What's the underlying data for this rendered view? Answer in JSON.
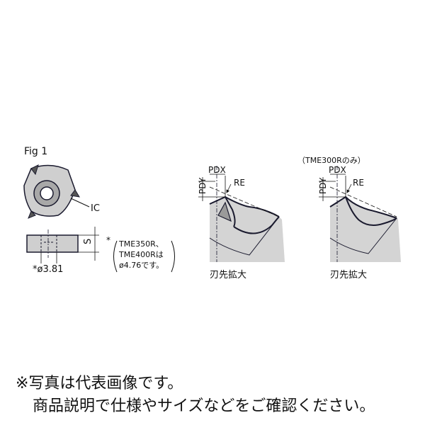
{
  "figure": {
    "fig_label": "Fig 1",
    "ic_label": "IC",
    "s_label": "S",
    "hole_dim": "*ø3.81",
    "footnote": {
      "mark": "*",
      "line1": "TME350R、",
      "line2": "TME400Rは",
      "line3": "ø4.76です。"
    },
    "detail1": {
      "pdx": "PDX",
      "pdy": "PDY",
      "re": "RE",
      "caption": "刃先拡大"
    },
    "detail2": {
      "top_note": "（TME300Rのみ）",
      "pdx": "PDX",
      "pdy": "PDY",
      "re": "RE",
      "caption": "刃先拡大"
    }
  },
  "notes": {
    "line1": "※写真は代表画像です。",
    "line2": "商品説明で仕様やサイズなどをご確認ください。"
  },
  "colors": {
    "insert_fill": "#d8d8d8",
    "insert_dark": "#9a9a9a",
    "outline": "#1a1a2e"
  }
}
